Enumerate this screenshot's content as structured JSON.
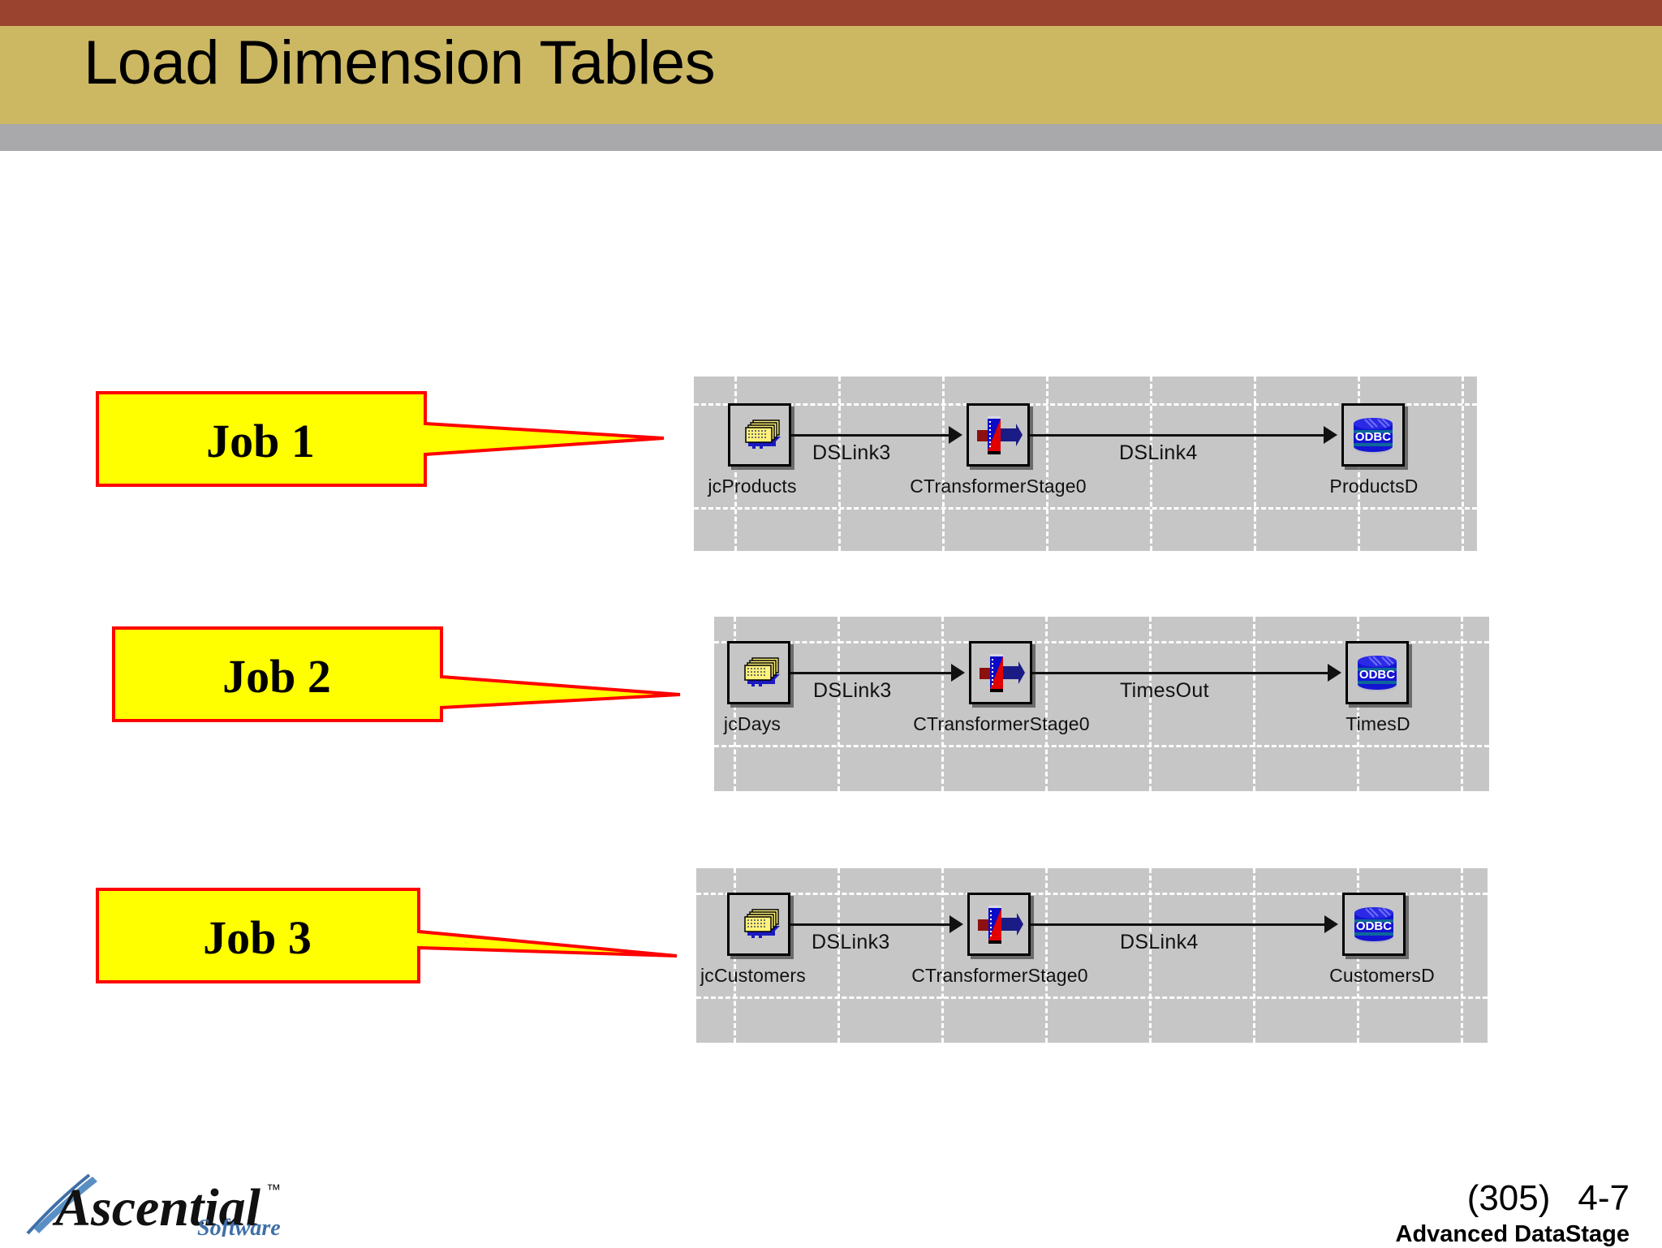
{
  "slide": {
    "title": "Load Dimension Tables",
    "header_colors": {
      "top_band": "#9A432E",
      "title_band": "#CCB863",
      "under_band": "#A9A9AC"
    }
  },
  "callouts": [
    {
      "label": "Job 1",
      "fill": "#FFFF00",
      "stroke": "#FF0000"
    },
    {
      "label": "Job 2",
      "fill": "#FFFF00",
      "stroke": "#FF0000"
    },
    {
      "label": "Job 3",
      "fill": "#FFFF00",
      "stroke": "#FF0000"
    }
  ],
  "jobs": [
    {
      "name": "Job 1",
      "stages": [
        {
          "label": "jcProducts",
          "icon": "sequential-file-icon"
        },
        {
          "label": "CTransformerStage0",
          "icon": "transformer-icon"
        },
        {
          "label": "ProductsD",
          "icon": "odbc-database-icon"
        }
      ],
      "links": [
        {
          "label": "DSLink3"
        },
        {
          "label": "DSLink4"
        }
      ]
    },
    {
      "name": "Job 2",
      "stages": [
        {
          "label": "jcDays",
          "icon": "sequential-file-icon"
        },
        {
          "label": "CTransformerStage0",
          "icon": "transformer-icon"
        },
        {
          "label": "TimesD",
          "icon": "odbc-database-icon"
        }
      ],
      "links": [
        {
          "label": "DSLink3"
        },
        {
          "label": "TimesOut"
        }
      ]
    },
    {
      "name": "Job 3",
      "stages": [
        {
          "label": "jcCustomers",
          "icon": "sequential-file-icon"
        },
        {
          "label": "CTransformerStage0",
          "icon": "transformer-icon"
        },
        {
          "label": "CustomersD",
          "icon": "odbc-database-icon"
        }
      ],
      "links": [
        {
          "label": "DSLink3"
        },
        {
          "label": "DSLink4"
        }
      ]
    }
  ],
  "footer": {
    "logo_name": "Ascential",
    "logo_sub": "Software",
    "logo_tm": "™",
    "page_code": "(305)",
    "page_number": "4-7",
    "course": "Advanced DataStage"
  },
  "icons": {
    "odbc_text": "ODBC"
  }
}
